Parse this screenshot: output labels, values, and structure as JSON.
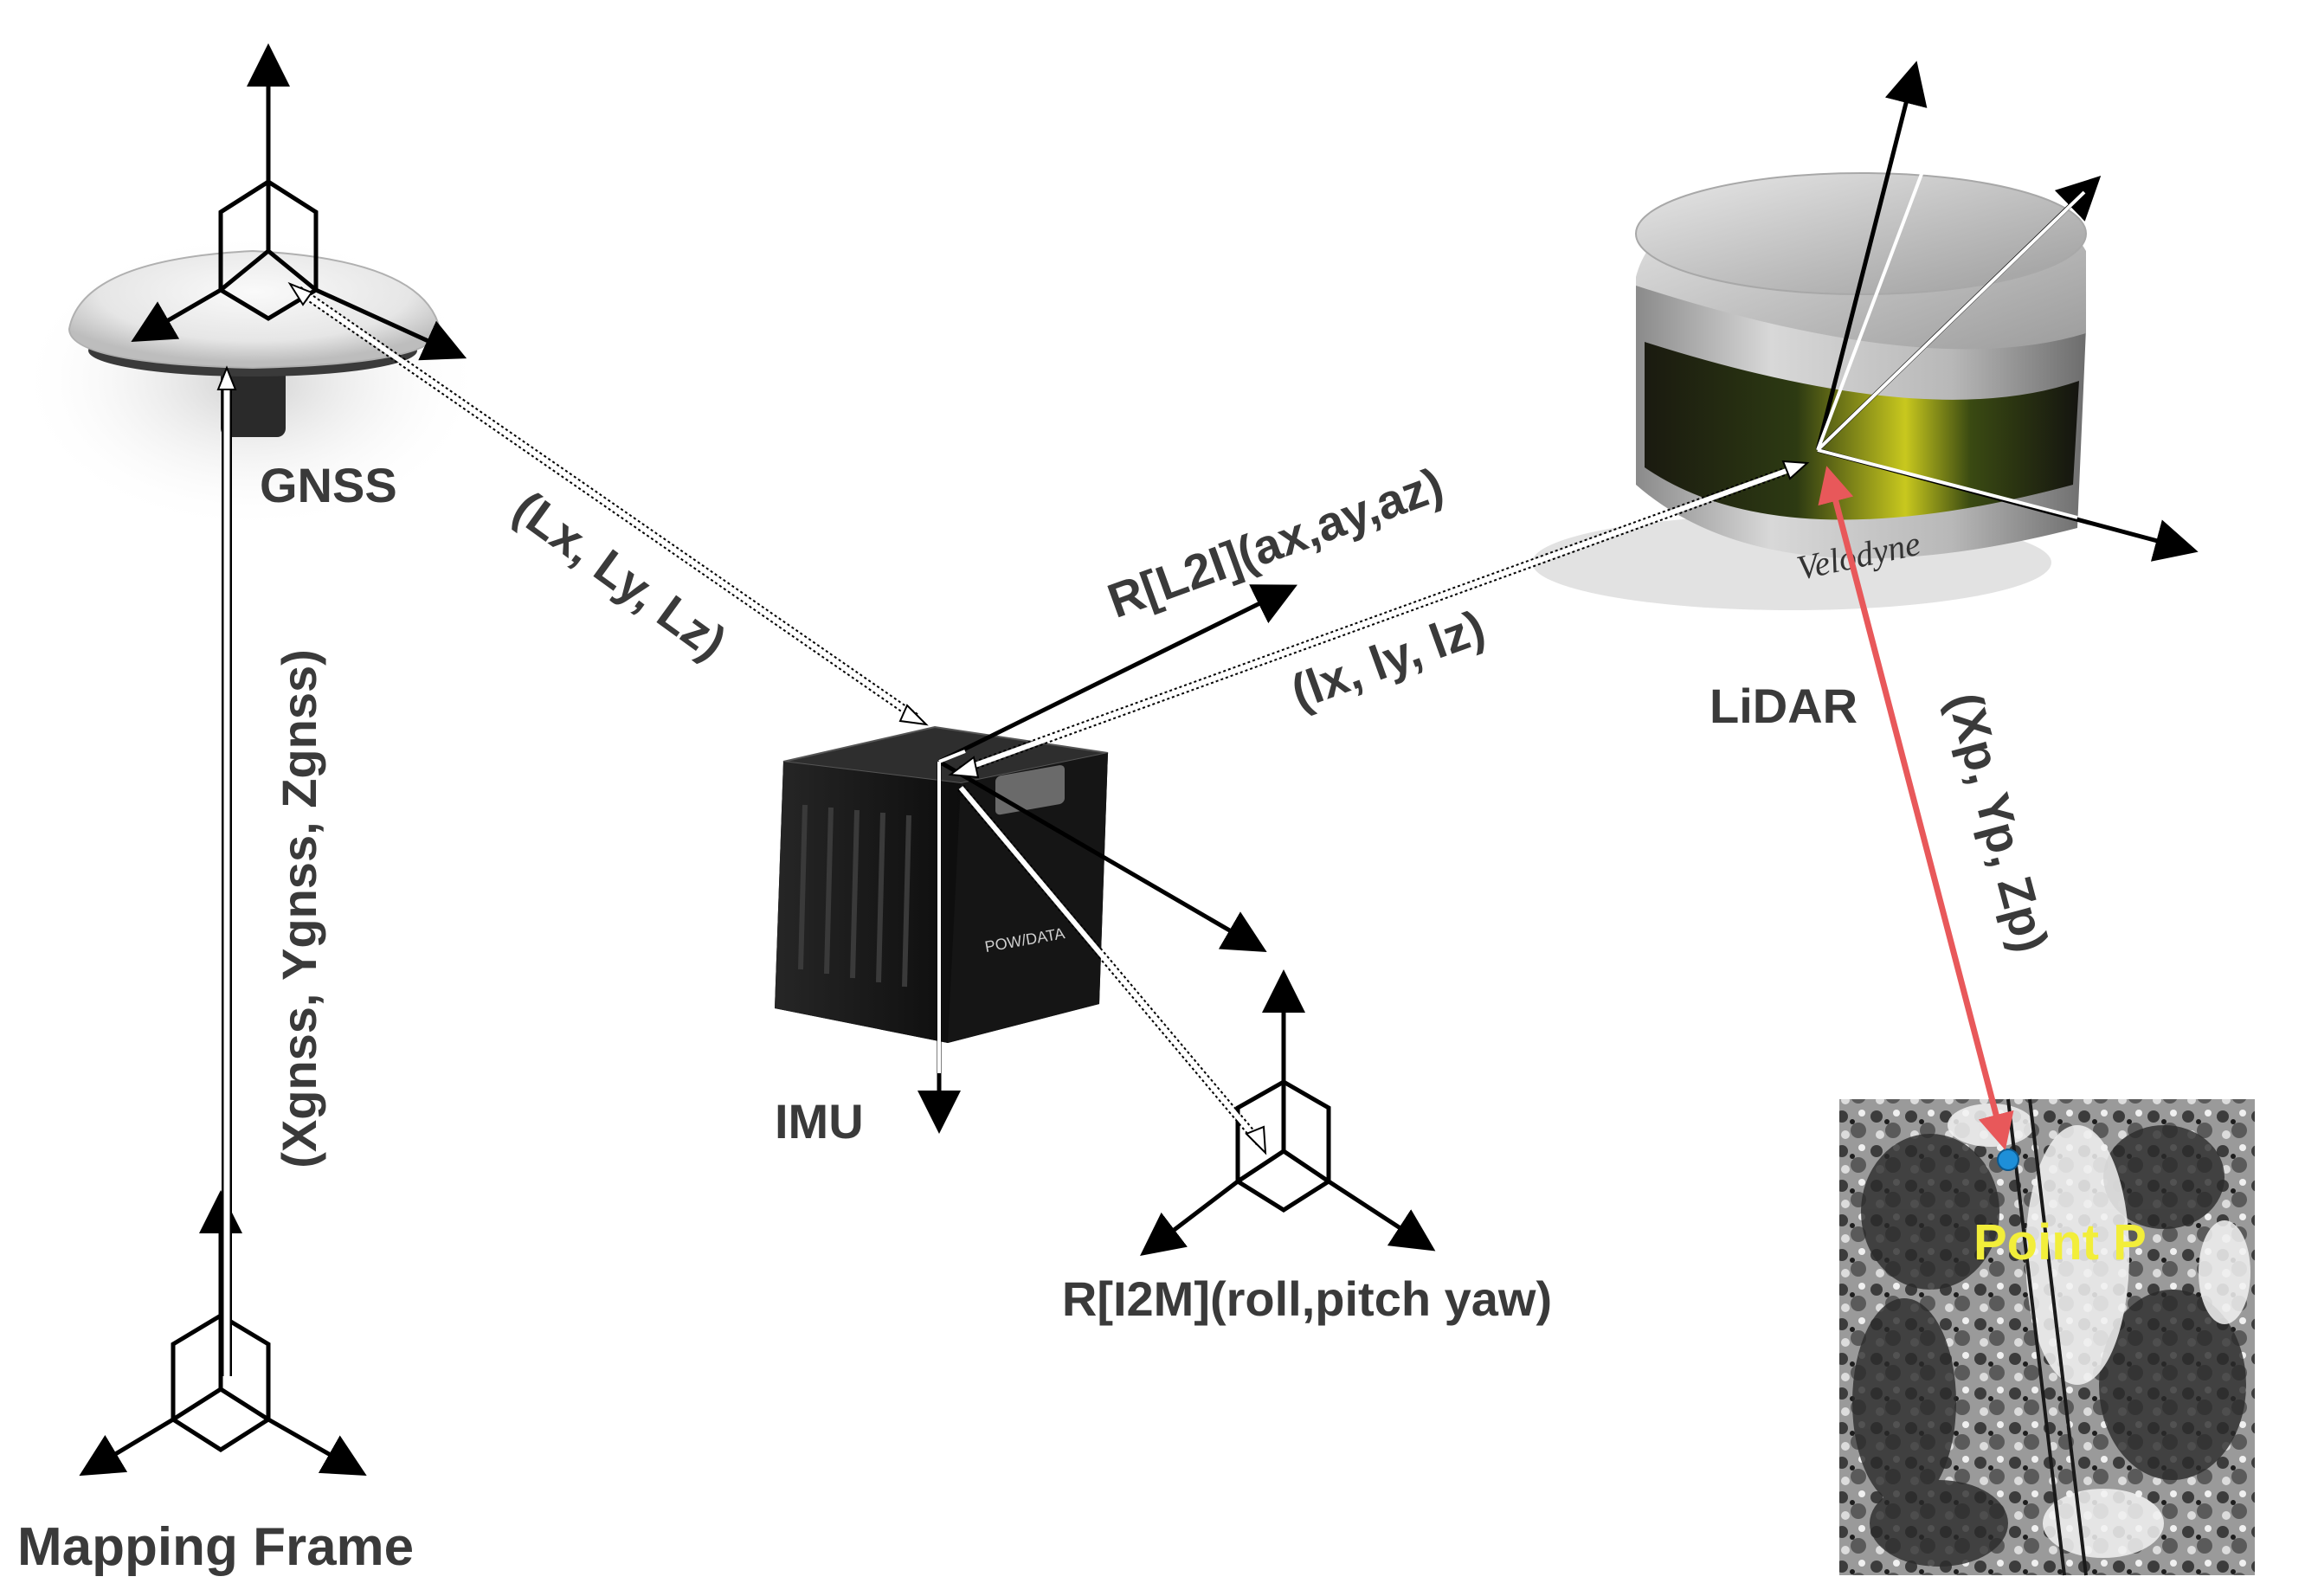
{
  "labels": {
    "gnss": "GNSS",
    "lidar": "LiDAR",
    "imu": "IMU",
    "mapping_frame": "Mapping Frame",
    "gnss_position": "(Xgnss, Ygnss, Zgnss)",
    "lever_arm_gnss": "(Lx, Ly, Lz)",
    "lever_arm_lidar": "(lx, ly, lz)",
    "rot_lidar_to_imu": "R[L2I](ax,ay,az)",
    "rot_imu_to_map": "R[I2M](roll,pitch yaw)",
    "point_coords": "(Xp, Yp, Zp)",
    "point_p": "Point P",
    "lidar_brand": "Velodyne",
    "imu_port": "POW/DATA"
  },
  "colors": {
    "text": "#3a3a3a",
    "axis": "#000000",
    "point_ray": "#e8585a",
    "point_label": "#f2ee3a",
    "point_marker": "#1e8fd8"
  }
}
